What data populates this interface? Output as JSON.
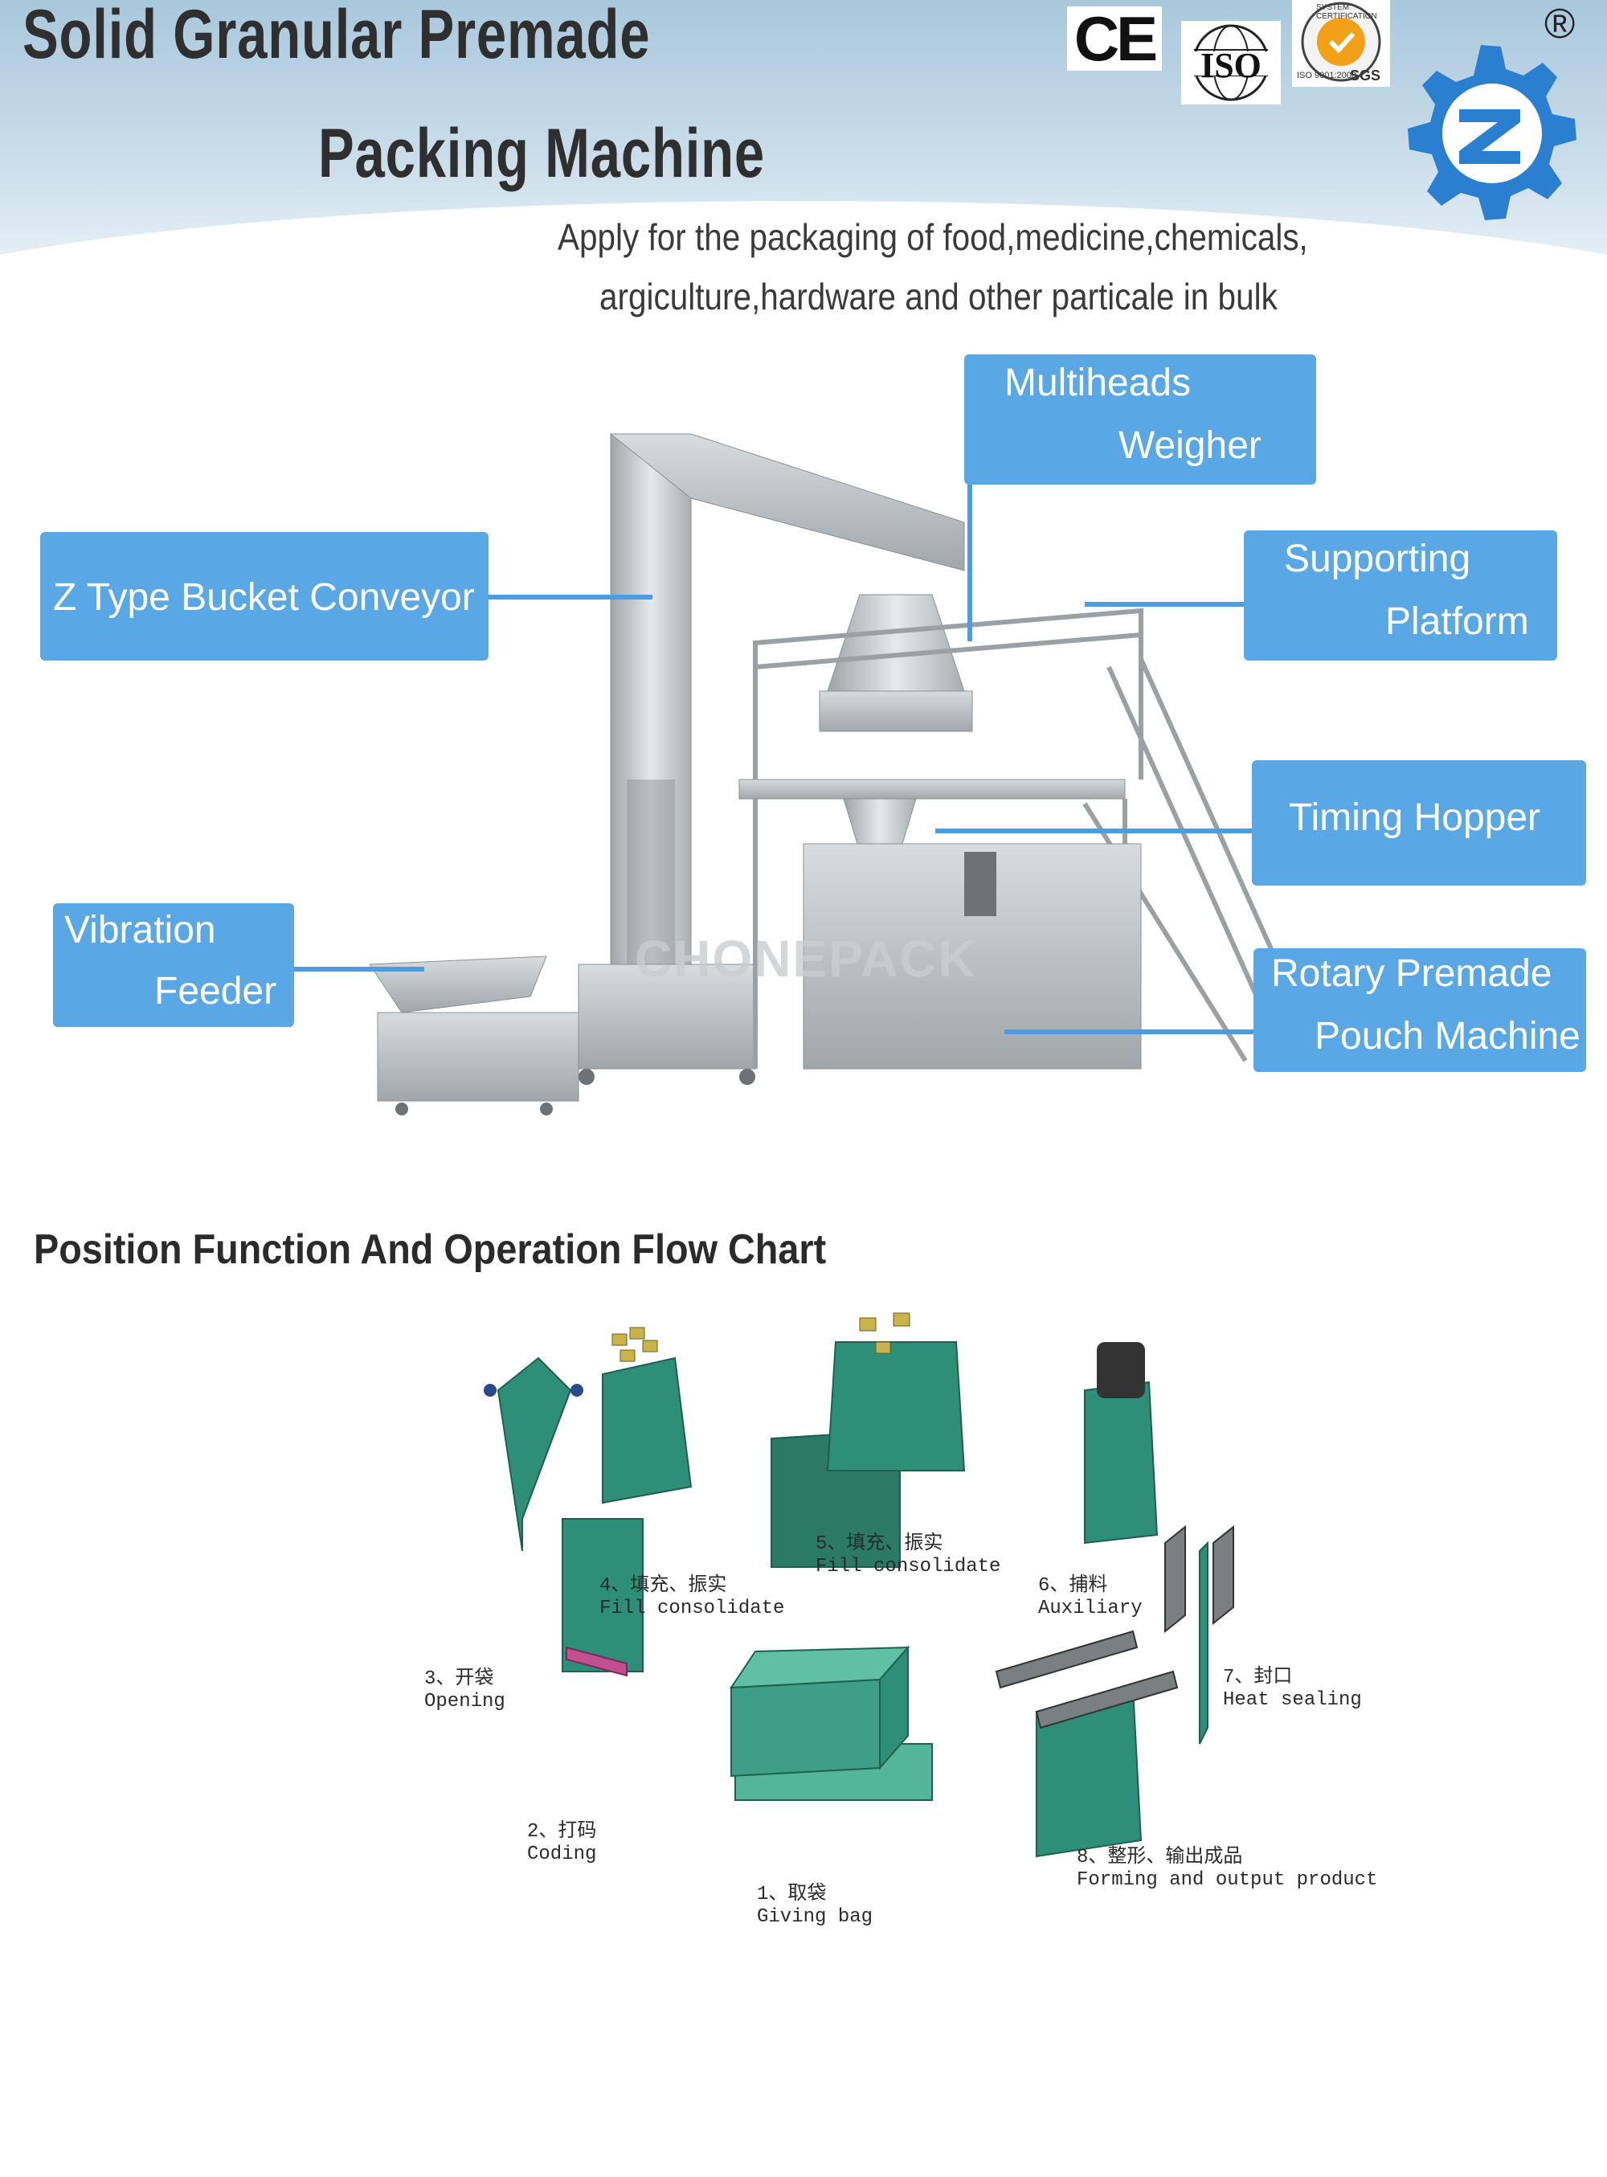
{
  "header": {
    "title_line1": "Solid Granular Premade",
    "title_line2": "Packing Machine",
    "subtitle_line1": "Apply for the  packaging of food,medicine,chemicals,",
    "subtitle_line2": "argiculture,hardware and other particale in bulk",
    "cert_ce": "CE",
    "cert_iso": "ISO",
    "cert_sgs": "SGS",
    "cert_sgs_ring": "SYSTEM CERTIFICATION",
    "cert_sgs_std": "ISO 9001:2000",
    "registered_mark": "®"
  },
  "machine": {
    "watermark": "CHONEPACK",
    "callouts": {
      "bucket_conveyor": "Z Type Bucket Conveyor",
      "multiheads_l1": "Multiheads",
      "multiheads_l2": "Weigher",
      "platform_l1": "Supporting",
      "platform_l2": "Platform",
      "timing_hopper": "Timing Hopper",
      "vibration_l1": "Vibration",
      "vibration_l2": "Feeder",
      "rotary_l1": "Rotary Premade",
      "rotary_l2": "Pouch Machine"
    }
  },
  "flow": {
    "title": "Position Function And Operation Flow Chart",
    "steps": [
      {
        "cn": "1、取袋",
        "en": "Giving bag"
      },
      {
        "cn": "2、打码",
        "en": "Coding"
      },
      {
        "cn": "3、开袋",
        "en": "Opening"
      },
      {
        "cn": "4、填充、振实",
        "en": "Fill consolidate"
      },
      {
        "cn": "5、填充、振实",
        "en": "Fill consolidate"
      },
      {
        "cn": "6、捕料",
        "en": "Auxiliary"
      },
      {
        "cn": "7、封口",
        "en": "Heat sealing"
      },
      {
        "cn": "8、整形、输出成品",
        "en": "Forming and output product"
      }
    ]
  },
  "colors": {
    "callout_bg": "#5aa7e6",
    "bag_green": "#2e8f78",
    "bag_green_light": "#53b59a",
    "coding_magenta": "#c0508f",
    "logo_blue": "#2a7fd0"
  }
}
